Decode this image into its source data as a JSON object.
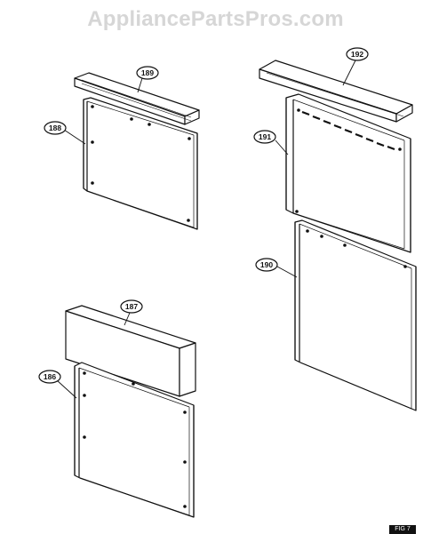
{
  "watermark": "AppliancePartsPros.com",
  "figure_label": "FIG 7",
  "callouts": {
    "p189": "189",
    "p188": "188",
    "p192": "192",
    "p191": "191",
    "p190": "190",
    "p187": "187",
    "p186": "186"
  },
  "colors": {
    "line": "#111111",
    "watermark": "#d6d6d6"
  }
}
